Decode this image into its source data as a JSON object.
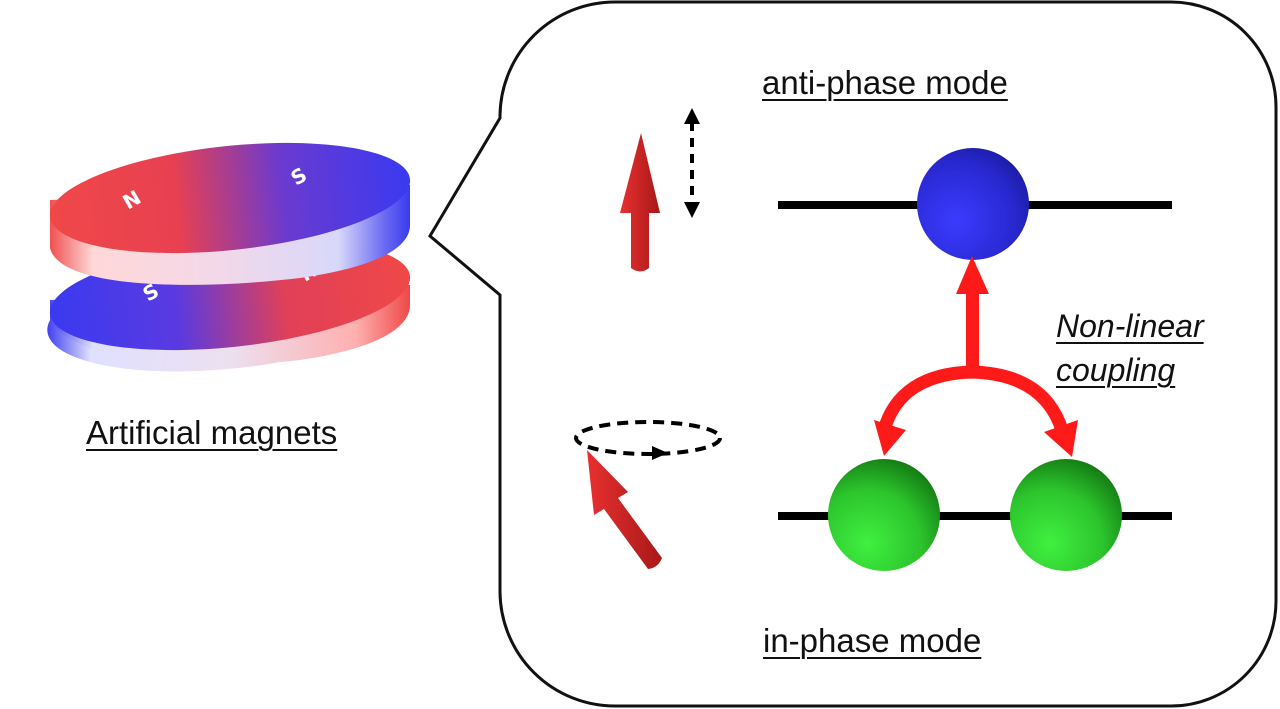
{
  "labels": {
    "artificial_magnets": "Artificial magnets",
    "anti_phase_mode": "anti-phase mode",
    "in_phase_mode": "in-phase mode",
    "coupling_line1": "Non-linear",
    "coupling_line2": "coupling"
  },
  "magnets": {
    "top_disc": {
      "left_pole": "N",
      "right_pole": "S"
    },
    "bottom_disc": {
      "left_pole": "S",
      "right_pole": "N"
    }
  },
  "colors": {
    "north_red": "#f04040",
    "south_blue": "#3a3af0",
    "anti_phase_ball": "#2a2ad8",
    "in_phase_ball": "#2fd42f",
    "coupling_arrow": "#ff1a1a",
    "spin_arrow": "#d42020",
    "outline": "#111111"
  },
  "modes": [
    {
      "name": "anti-phase",
      "ball_count": 1,
      "ball_color": "blue",
      "spin_motion": "vertical oscillation"
    },
    {
      "name": "in-phase",
      "ball_count": 2,
      "ball_color": "green",
      "spin_motion": "precession"
    }
  ]
}
